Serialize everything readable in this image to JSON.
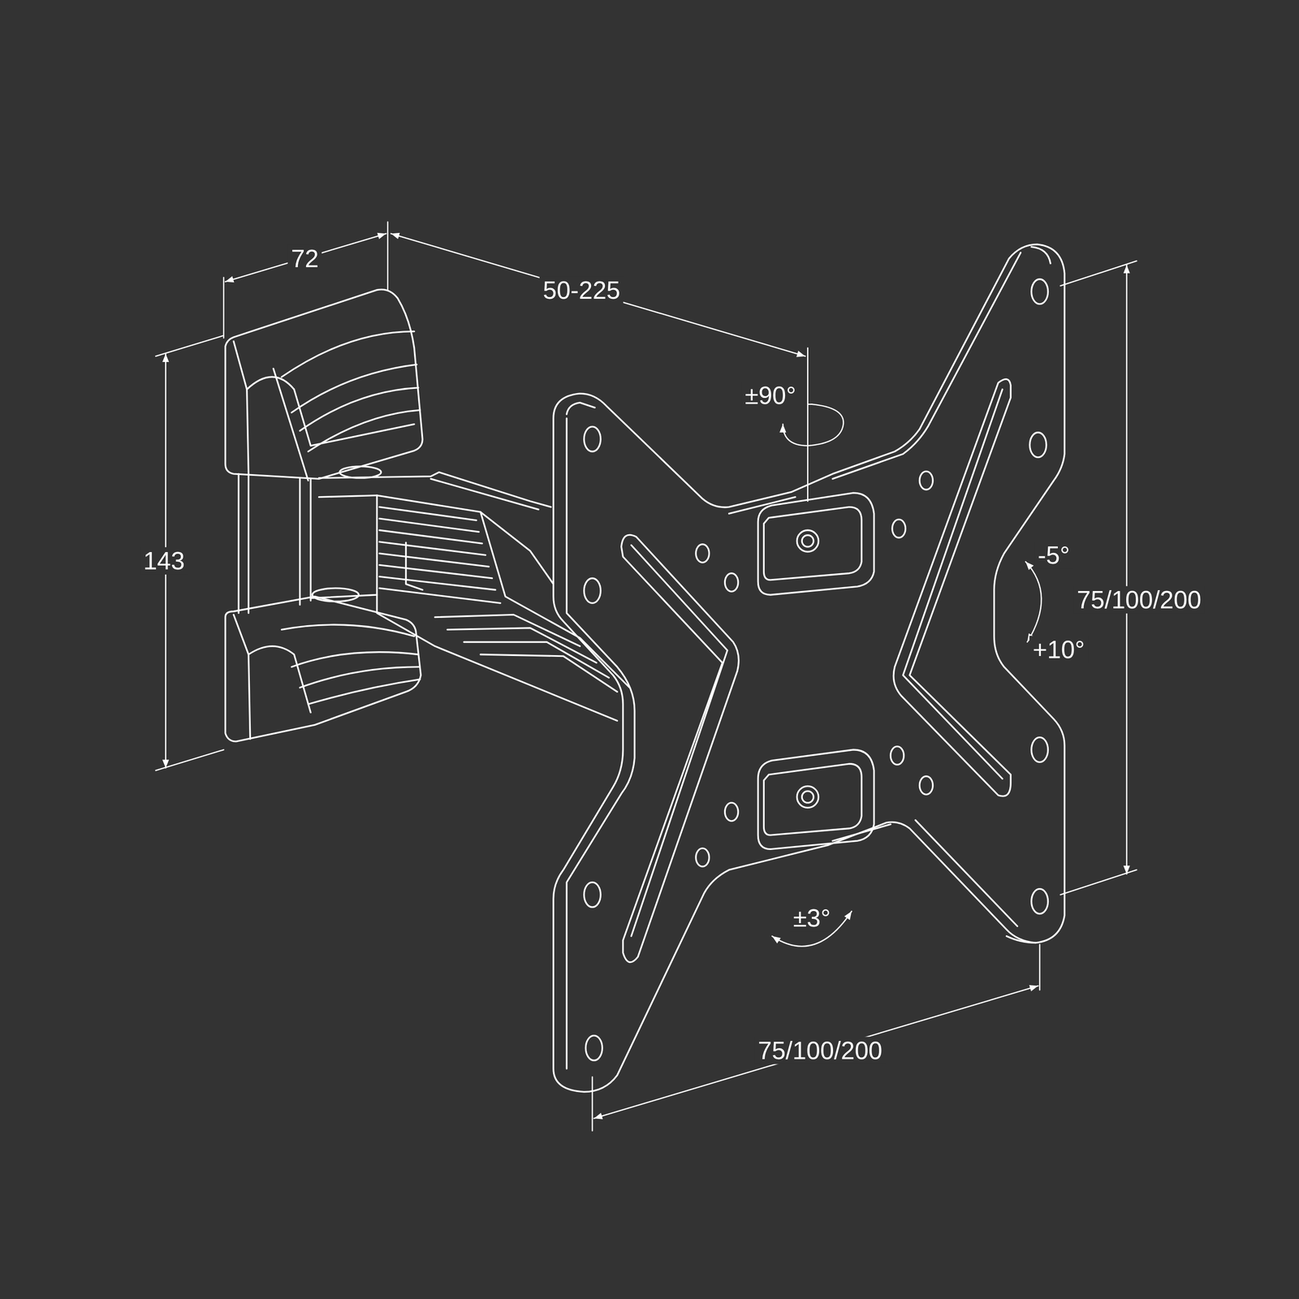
{
  "diagram": {
    "labels": [
      "72",
      "50-225",
      "143",
      "±90°",
      "-5°",
      "75/100/200",
      "+10°",
      "±3°",
      "75/100/200"
    ]
  }
}
